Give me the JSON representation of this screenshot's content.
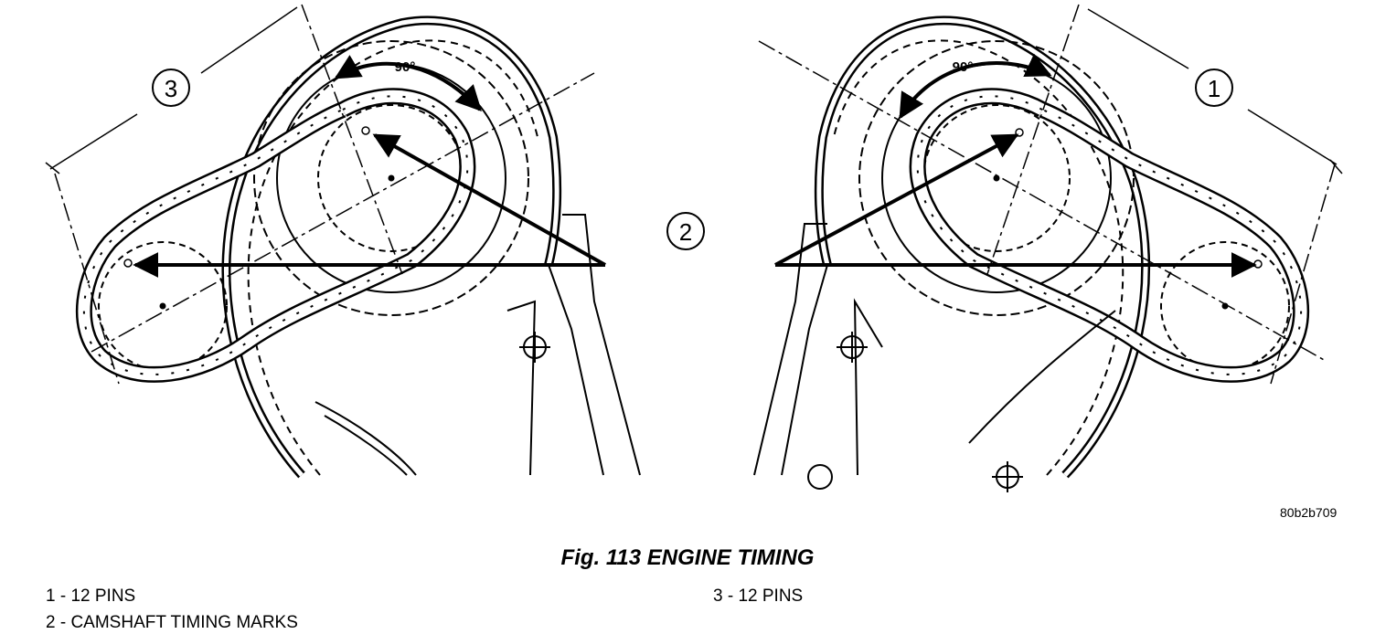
{
  "callouts": {
    "one": "1",
    "two": "2",
    "three": "3"
  },
  "angle_labels": {
    "left": "90°",
    "right": "90°"
  },
  "figure_code": "80b2b709",
  "caption": "Fig. 113 ENGINE TIMING",
  "legend": [
    {
      "text": "1 - 12 PINS"
    },
    {
      "text": "2 - CAMSHAFT TIMING MARKS"
    },
    {
      "text": "3 - 12 PINS"
    }
  ]
}
